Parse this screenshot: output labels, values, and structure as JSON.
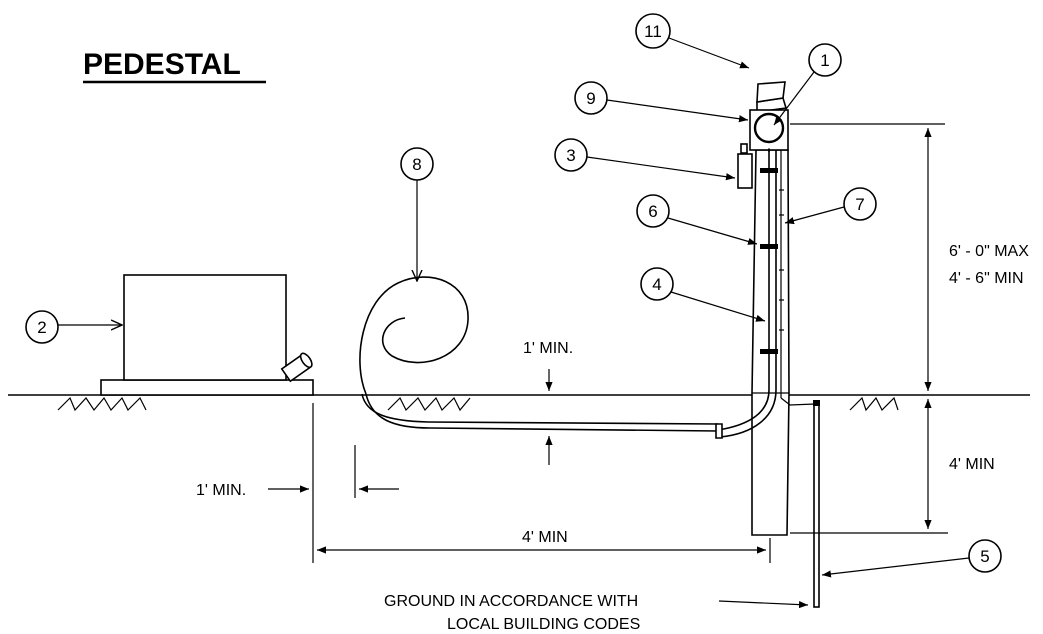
{
  "title": "PEDESTAL",
  "dimensions": {
    "height_max": "6' - 0\" MAX",
    "height_min": "4' - 6\" MIN",
    "burial_depth": "4' MIN",
    "cover_depth": "1' MIN.",
    "horizontal_min": "1' MIN.",
    "distance_to_post": "4' MIN"
  },
  "note": {
    "line1": "GROUND IN ACCORDANCE WITH",
    "line2": "LOCAL BUILDING CODES"
  },
  "callouts": {
    "c1": "1",
    "c2": "2",
    "c3": "3",
    "c4": "4",
    "c5": "5",
    "c6": "6",
    "c7": "7",
    "c8": "8",
    "c9": "9",
    "c11": "11"
  }
}
